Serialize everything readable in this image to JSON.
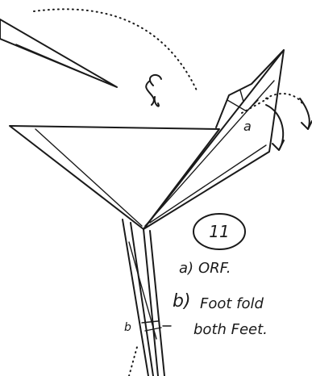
{
  "step": {
    "number": "11"
  },
  "instructions": {
    "a_marker": "a)",
    "a_text": "ORF.",
    "b_marker": "b)",
    "b_line1": "Foot fold",
    "b_line2": "both Feet."
  },
  "labels": {
    "fold_a": "a",
    "fold_b": "b"
  },
  "colors": {
    "ink": "#1a1a1a",
    "paper": "#ffffff"
  }
}
